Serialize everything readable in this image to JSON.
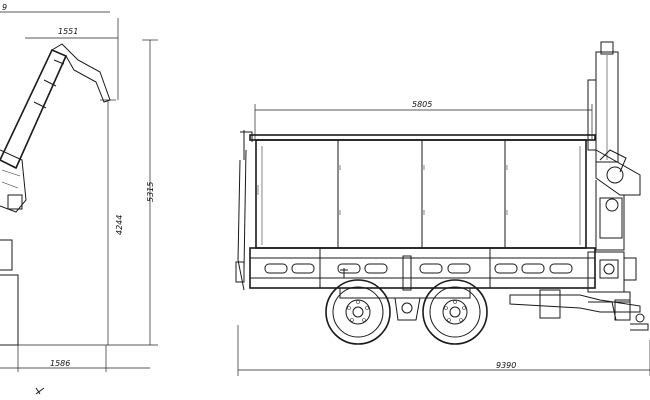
{
  "dimensions": {
    "top_width_partial": "9",
    "chute_reach": "1551",
    "height_total": "5315",
    "height_body": "4244",
    "track_width": "1586",
    "body_length": "5805",
    "overall_length": "9390"
  }
}
